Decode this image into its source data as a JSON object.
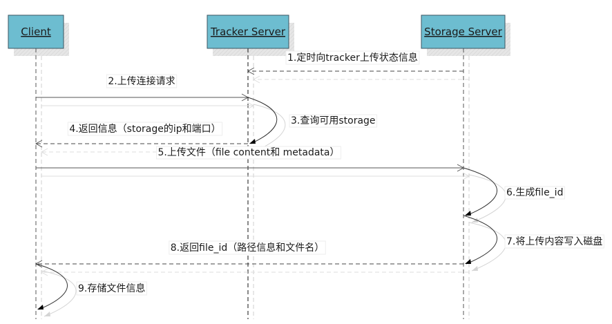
{
  "colors": {
    "actor_fill": "#6dbdd0",
    "actor_border": "#3d5560",
    "shadow": "#e2e2e2",
    "line": "#333333",
    "ghost": "#cfcfcf"
  },
  "actors": [
    {
      "id": "client",
      "label": "Client"
    },
    {
      "id": "tracker",
      "label": "Tracker Server"
    },
    {
      "id": "storage",
      "label": "Storage Server"
    }
  ],
  "messages": [
    {
      "id": "m1",
      "label": "1.定时向tracker上传状态信息",
      "from": "storage",
      "to": "tracker",
      "kind": "return"
    },
    {
      "id": "m2",
      "label": "2.上传连接请求",
      "from": "client",
      "to": "tracker",
      "kind": "call"
    },
    {
      "id": "m3",
      "label": "3.查询可用storage",
      "from": "tracker",
      "to": "tracker",
      "kind": "self"
    },
    {
      "id": "m4",
      "label": "4.返回信息（storage的ip和端口）",
      "from": "tracker",
      "to": "client",
      "kind": "return"
    },
    {
      "id": "m5",
      "label": "5.上传文件（file content和 metadata）",
      "from": "client",
      "to": "storage",
      "kind": "call"
    },
    {
      "id": "m6",
      "label": "6.生成file_id",
      "from": "storage",
      "to": "storage",
      "kind": "self"
    },
    {
      "id": "m7",
      "label": "7.将上传内容写入磁盘",
      "from": "storage",
      "to": "storage",
      "kind": "self"
    },
    {
      "id": "m8",
      "label": "8.返回file_id（路径信息和文件名）",
      "from": "storage",
      "to": "client",
      "kind": "return"
    },
    {
      "id": "m9",
      "label": "9.存储文件信息",
      "from": "client",
      "to": "client",
      "kind": "self"
    }
  ]
}
